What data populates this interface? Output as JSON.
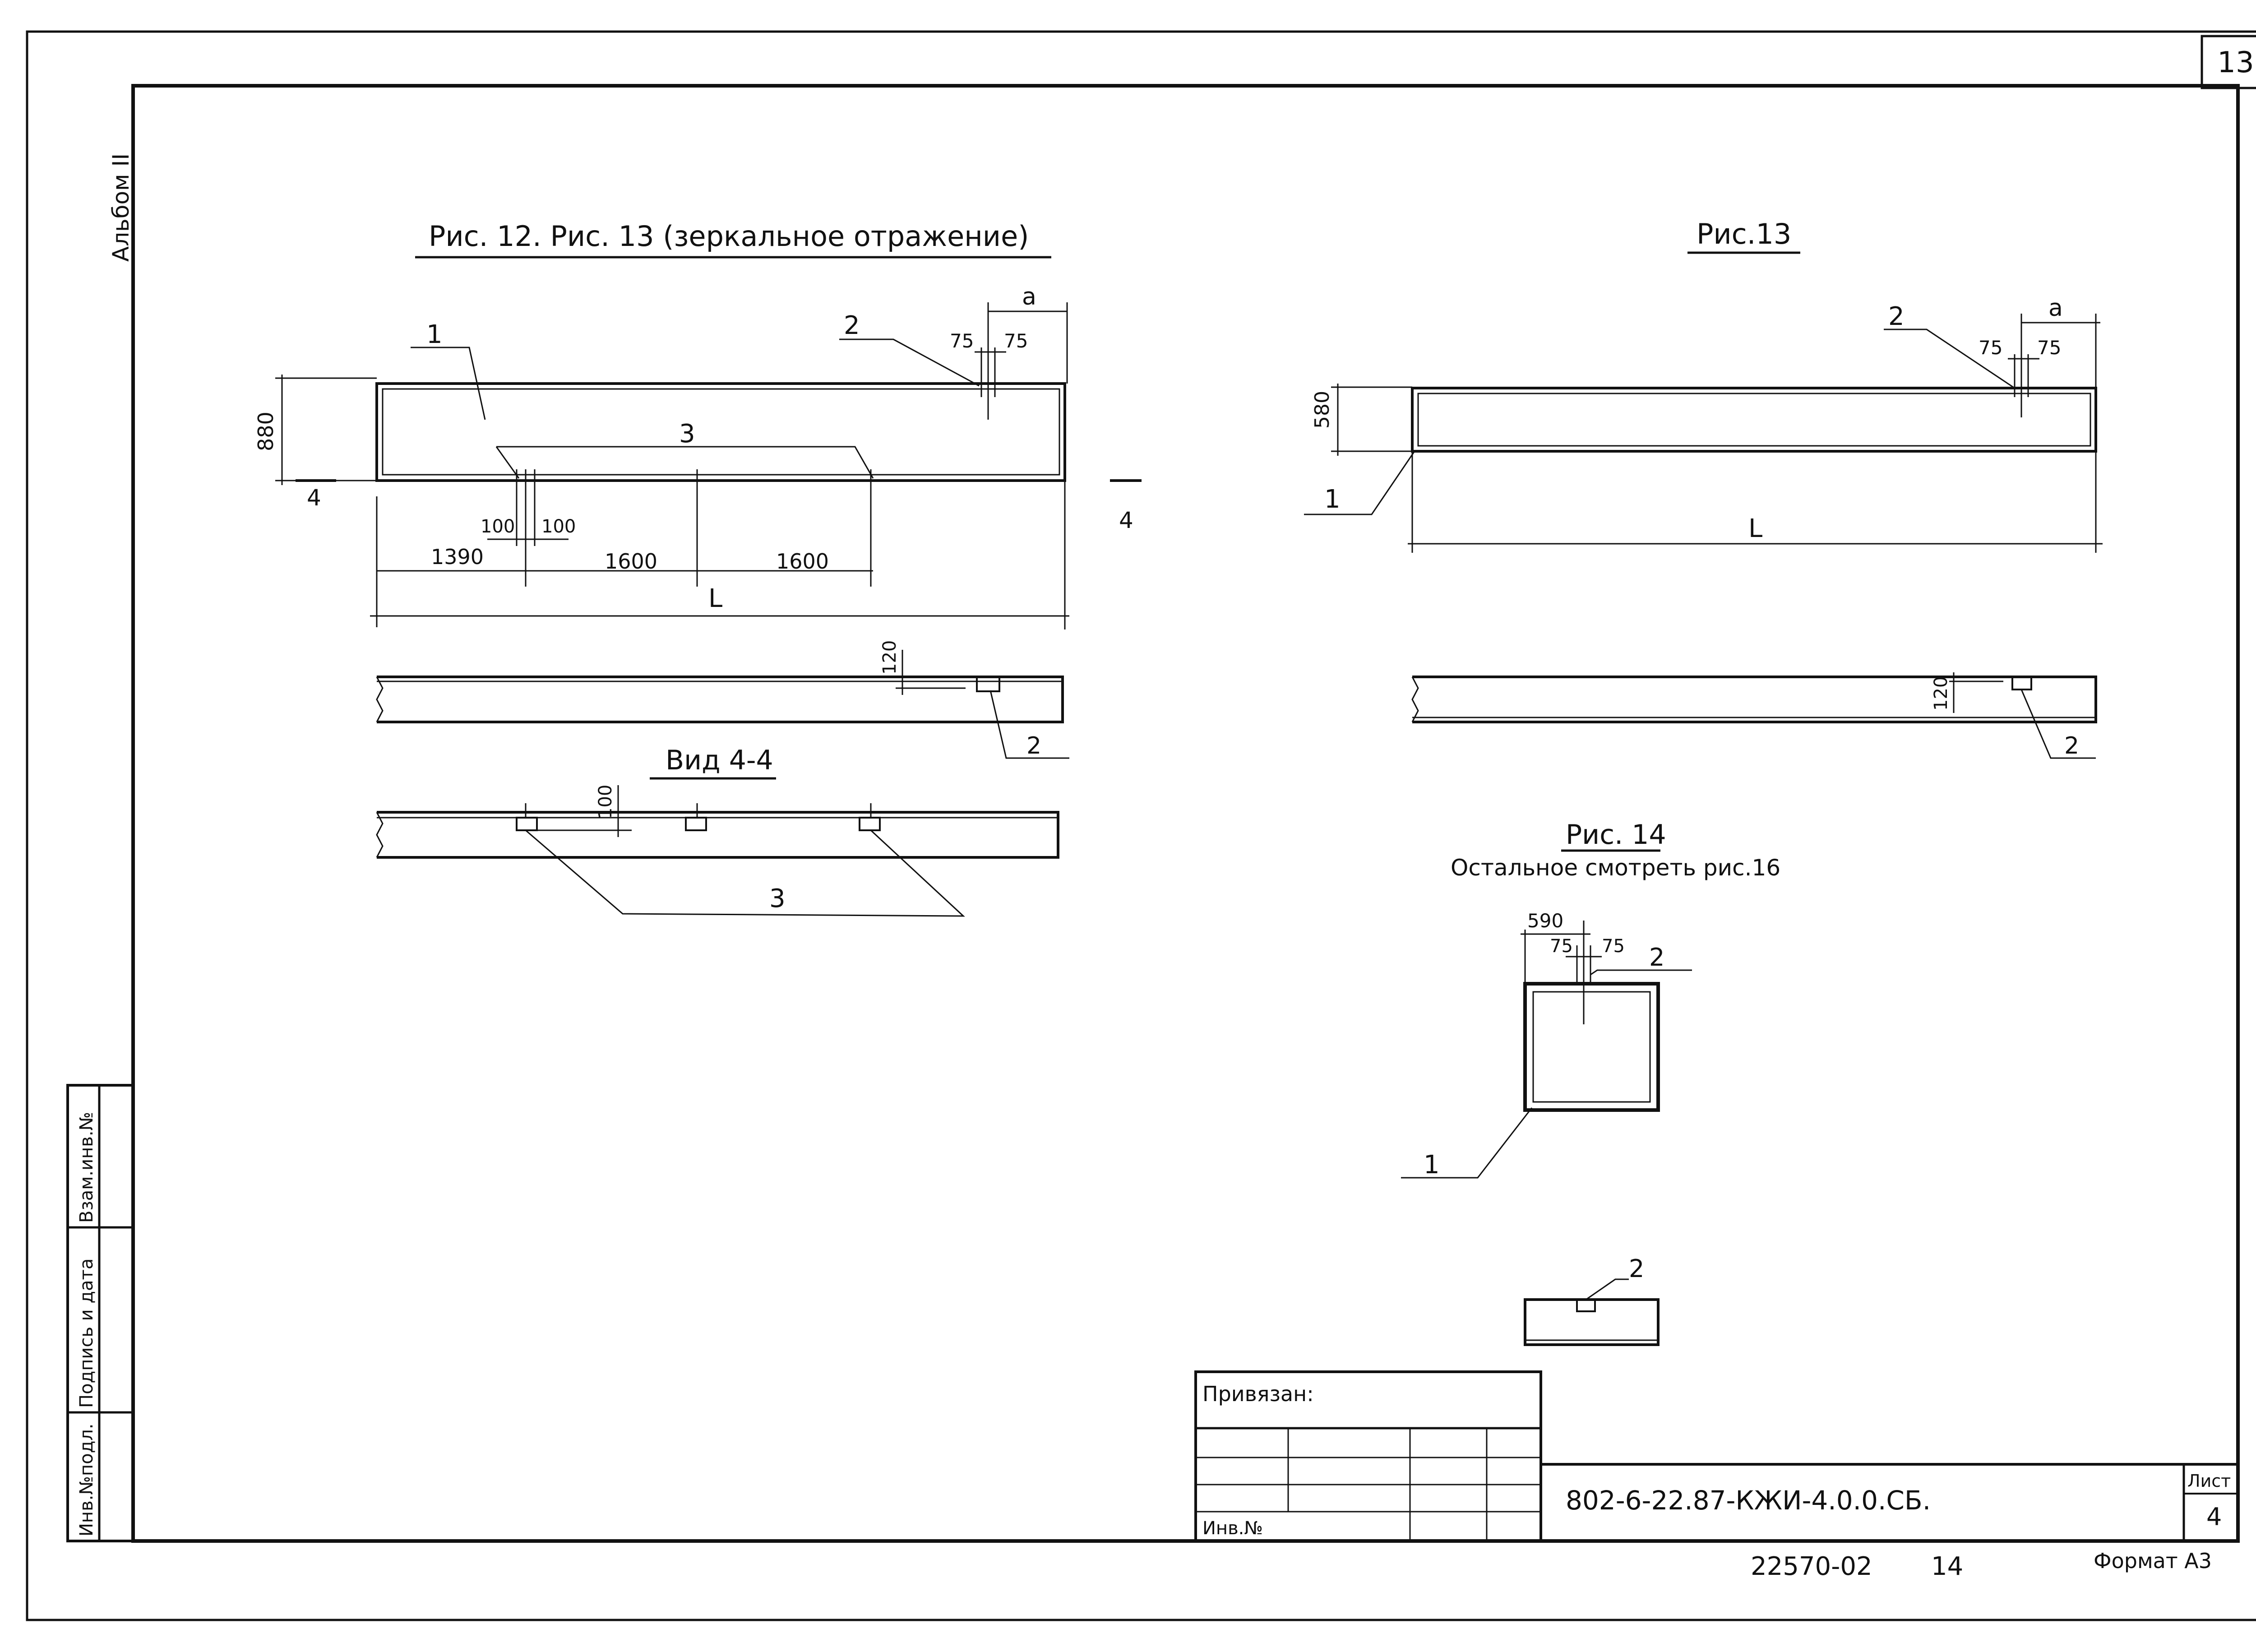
{
  "sheet_corner": "13",
  "album": "Альбом II",
  "fig12": {
    "title": "Рис. 12.  Рис. 13 (зеркальное отражение)",
    "dim_a": "a",
    "dim_75a": "75",
    "dim_75b": "75",
    "dim_880": "880",
    "dim_100a": "100",
    "dim_100b": "100",
    "dim_1390": "1390",
    "dim_1600a": "1600",
    "dim_1600b": "1600",
    "dim_L": "L",
    "label_1": "1",
    "label_2": "2",
    "label_3": "3",
    "section_left": "4",
    "section_right": "4"
  },
  "fig12_side": {
    "dim_120": "120",
    "label_2": "2"
  },
  "view44": {
    "title": "Вид 4-4",
    "dim_100": "100",
    "label_3": "3"
  },
  "fig13": {
    "title": "Рис.13",
    "dim_a": "a",
    "dim_75a": "75",
    "dim_75b": "75",
    "dim_580": "580",
    "dim_L": "L",
    "label_1": "1",
    "label_2": "2"
  },
  "fig13_side": {
    "dim_120": "120",
    "label_2": "2"
  },
  "fig14": {
    "title": "Рис. 14",
    "subtitle": "Остальное смотреть рис.16",
    "dim_590": "590",
    "dim_75a": "75",
    "dim_75b": "75",
    "label_1": "1",
    "label_2": "2"
  },
  "fig14_side": {
    "label_2": "2"
  },
  "stamp": {
    "privyazan": "Привязан:",
    "inv_no": "Инв.№",
    "designation": "802-6-22.87-КЖИ-4.0.0.СБ.",
    "sheet_label": "Лист",
    "sheet_no": "4"
  },
  "side_stamp": {
    "inv_podl": "Инв.№подл.",
    "podpis": "Подпись и дата",
    "vzam": "Взам.инв.№"
  },
  "footer": {
    "archive_no": "22570-02",
    "page_no": "14",
    "format": "Формат А3"
  }
}
